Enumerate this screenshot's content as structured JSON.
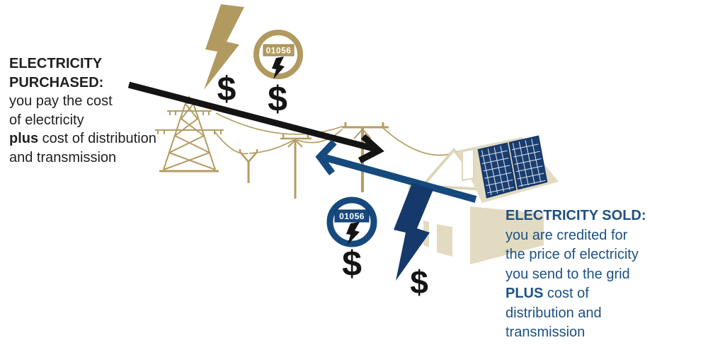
{
  "diagram": {
    "purchased": {
      "title_line1": "ELECTRICITY",
      "title_line2": "PURCHASED:",
      "line1": "you pay the cost",
      "line2": "of electricity",
      "line3_bold": "plus",
      "line3_rest": " cost of distribution",
      "line4": "and transmission"
    },
    "sold": {
      "title": "ELECTRICITY SOLD:",
      "line1": "you are credited for",
      "line2": "the price of electricity",
      "line3": "you send to the grid",
      "line4_bold": "PLUS",
      "line4_rest": " cost of",
      "line5": "distribution and",
      "line6": "transmission"
    },
    "grid_meter": {
      "reading": "01056"
    },
    "home_meter": {
      "reading": "01056"
    },
    "dollar": "$",
    "colors": {
      "gold": "#b19a60",
      "beige": "#e3dbc1",
      "beige_outline": "#ddd5b8",
      "navy_dark": "#16396b",
      "navy": "#164a7e",
      "text_blue": "#1c5185",
      "black": "#141414"
    }
  }
}
